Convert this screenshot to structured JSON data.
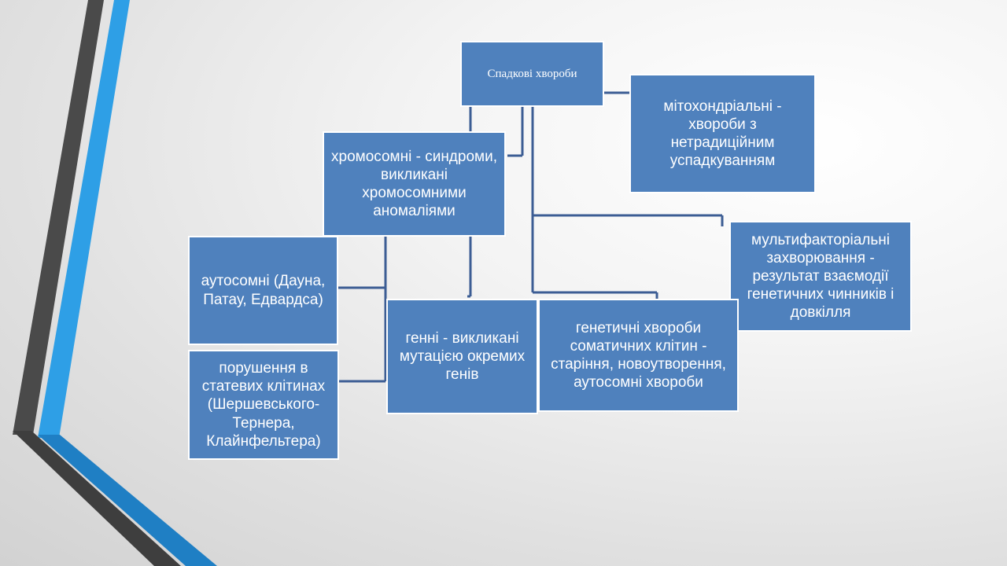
{
  "diagram": {
    "root": "Спадкові хвороби",
    "mitochondrial": "мітохондріальні - хвороби з нетрадиційним успадкуванням",
    "chromosomal": "хромосомні  - синдроми, викликані хромосомними аномаліями",
    "multifactorial": "мультифакторіальні захворювання - результат взаємодії генетичних чинників і довкілля",
    "autosomal": "аутосомні (Дауна, Патау, Едвардса)",
    "sex_cells": "порушення в статевих клітинах (Шершевського-Тернера, Клайнфельтера)",
    "gene": "генні - викликані мутацією окремих генів",
    "somatic": "генетичні хвороби соматичних клітин - старіння, новоутворення, аутосомні хвороби"
  },
  "colors": {
    "box_fill": "#4f81bd",
    "box_border": "#ffffff",
    "connector": "#3c5d94",
    "accent_blue": "#2e9fe6",
    "accent_dark": "#4a4a4a"
  }
}
